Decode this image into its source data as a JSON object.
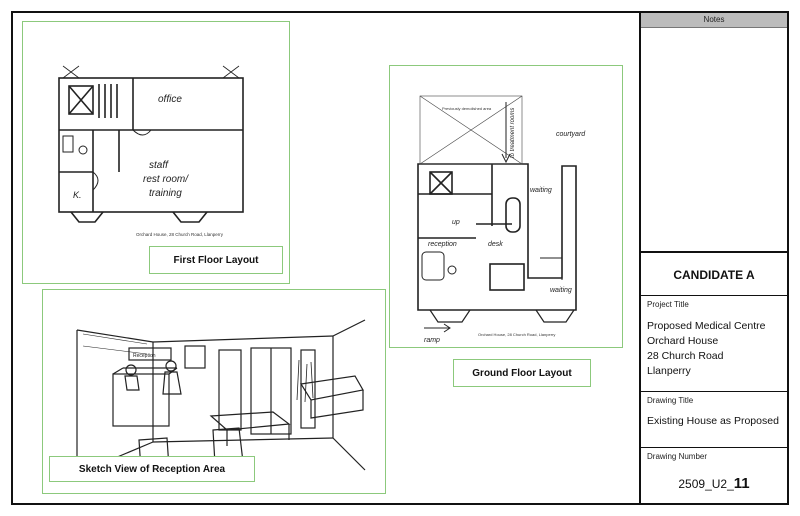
{
  "panels": {
    "first_floor": {
      "label": "First Floor Layout",
      "room_office": "office",
      "room_staff": "staff",
      "room_rest": "rest room/",
      "room_training": "training",
      "room_k": "K.",
      "caption": "Orchard House, 28 Church Road, Llanperry"
    },
    "ground_floor": {
      "label": "Ground Floor Layout",
      "note_demolished": "Previously demolished area",
      "note_to": "to treatment rooms",
      "courtyard": "courtyard",
      "waiting1": "waiting",
      "waiting2": "waiting",
      "reception": "reception",
      "desk": "desk",
      "up": "up",
      "ramp": "ramp",
      "caption": "Orchard House, 28 Church Road, Llanperry"
    },
    "sketch": {
      "label": "Sketch View of Reception Area",
      "sign": "Reception"
    }
  },
  "title_block": {
    "notes_label": "Notes",
    "candidate": "CANDIDATE A",
    "project_title_label": "Project Title",
    "project_title_lines": [
      "Proposed Medical Centre",
      "Orchard House",
      "28 Church Road",
      "Llanperry"
    ],
    "drawing_title_label": "Drawing Title",
    "drawing_title": "Existing House as Proposed",
    "drawing_number_label": "Drawing Number",
    "drawing_number_prefix": "2509_U2_",
    "drawing_number_suffix": "11"
  },
  "colors": {
    "panel_border": "#8cc97c",
    "notes_header": "#bcbcbc",
    "ink": "#111111"
  }
}
